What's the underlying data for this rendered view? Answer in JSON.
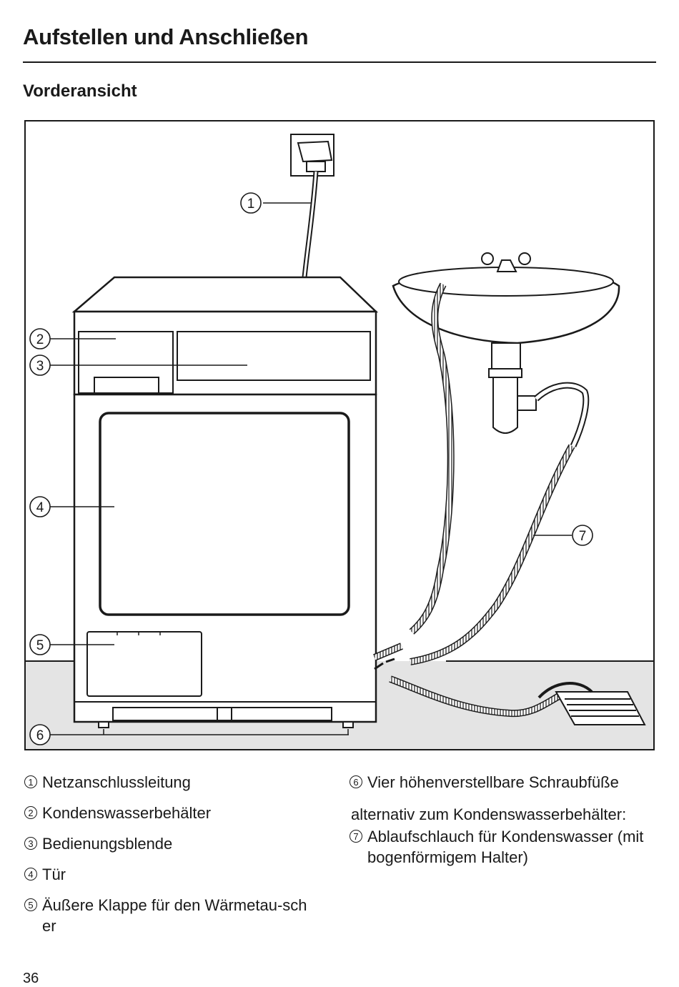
{
  "header": {
    "title": "Aufstellen und Anschließen",
    "subtitle": "Vorderansicht"
  },
  "figure": {
    "callouts": [
      "1",
      "2",
      "3",
      "4",
      "5",
      "6",
      "7"
    ]
  },
  "legend": {
    "left": [
      {
        "num": "1",
        "text": "Netzanschlussleitung"
      },
      {
        "num": "2",
        "text": "Kondenswasserbehälter"
      },
      {
        "num": "3",
        "text": "Bedienungsblende"
      },
      {
        "num": "4",
        "text": "Tür"
      },
      {
        "num": "5",
        "text": "Äußere Klappe für den Wärmetau-scher"
      }
    ],
    "right": [
      {
        "num": "6",
        "text": "Vier höhenverstellbare Schraubfüße"
      }
    ],
    "note": "alternativ zum Kondenswasserbehälter:",
    "right_after_note": [
      {
        "num": "7",
        "text": "Ablaufschlauch für Kondenswasser (mit bogenförmigem Halter)"
      }
    ]
  },
  "footer": {
    "page_number": "36"
  }
}
